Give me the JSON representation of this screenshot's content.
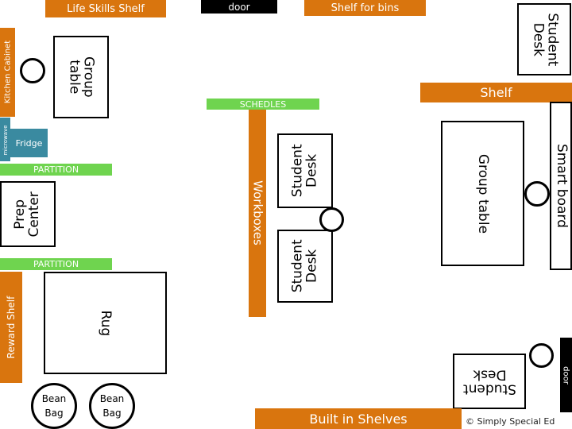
{
  "labels": {
    "life_skills_shelf": "Life Skills Shelf",
    "door_top": "door",
    "shelf_for_bins": "Shelf for bins",
    "student_desk_top_right": [
      "Student",
      "Desk"
    ],
    "kitchen_cabinet": "Kitchen Cabinet",
    "group_table_left": [
      "Group",
      "table"
    ],
    "microwave": "microwave",
    "fridge": "Fridge",
    "partition_1": "PARTITION",
    "prep_center": [
      "Prep",
      "Center"
    ],
    "partition_2": "PARTITION",
    "reward_shelf": "Reward Shelf",
    "rug": "Rug",
    "bean_bag_1": [
      "Bean",
      "Bag"
    ],
    "bean_bag_2": [
      "Bean",
      "Bag"
    ],
    "schedules": "SCHEDLES",
    "workboxes": "Workboxes",
    "student_desk_center_1": [
      "Student",
      "Desk"
    ],
    "student_desk_center_2": [
      "Student",
      "Desk"
    ],
    "shelf_right": "Shelf",
    "group_table_right": "Group table",
    "smart_board": "Smart board",
    "student_desk_bottom_right": [
      "Student",
      "Desk"
    ],
    "door_right": "door",
    "built_in_shelves": "Built in Shelves",
    "copyright": "© Simply Special Ed"
  },
  "colors": {
    "shelf_orange": "#d9750e",
    "partition_green": "#6fd44f",
    "door_black": "#000000",
    "appliance_teal": "#3a8aa0"
  }
}
